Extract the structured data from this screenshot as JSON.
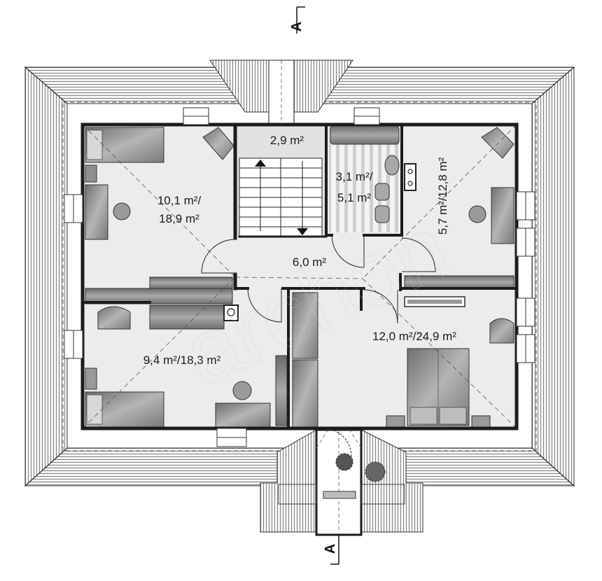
{
  "section_marks": {
    "top": "A",
    "bottom": "A"
  },
  "rooms": {
    "stair_landing": "2,9 m²",
    "bedroom_nw_line1": "10,1 m²/",
    "bedroom_nw_line2": "18,9 m²",
    "bathroom_line1": "3,1 m²/",
    "bathroom_line2": "5,1 m²",
    "room_ne": "5,7 m²/12,8 m²",
    "hall": "6,0 m²",
    "bedroom_sw": "9,4 m²/18,3 m²",
    "bedroom_se": "12,0 m²/24,9 m²"
  },
  "colors": {
    "wall": "#1c1c1c",
    "floor": "#ececec",
    "roof": "#f7f7f7",
    "furniture": "#8a8a8a",
    "roof_line": "#3a3a3a"
  },
  "watermark": "archon"
}
